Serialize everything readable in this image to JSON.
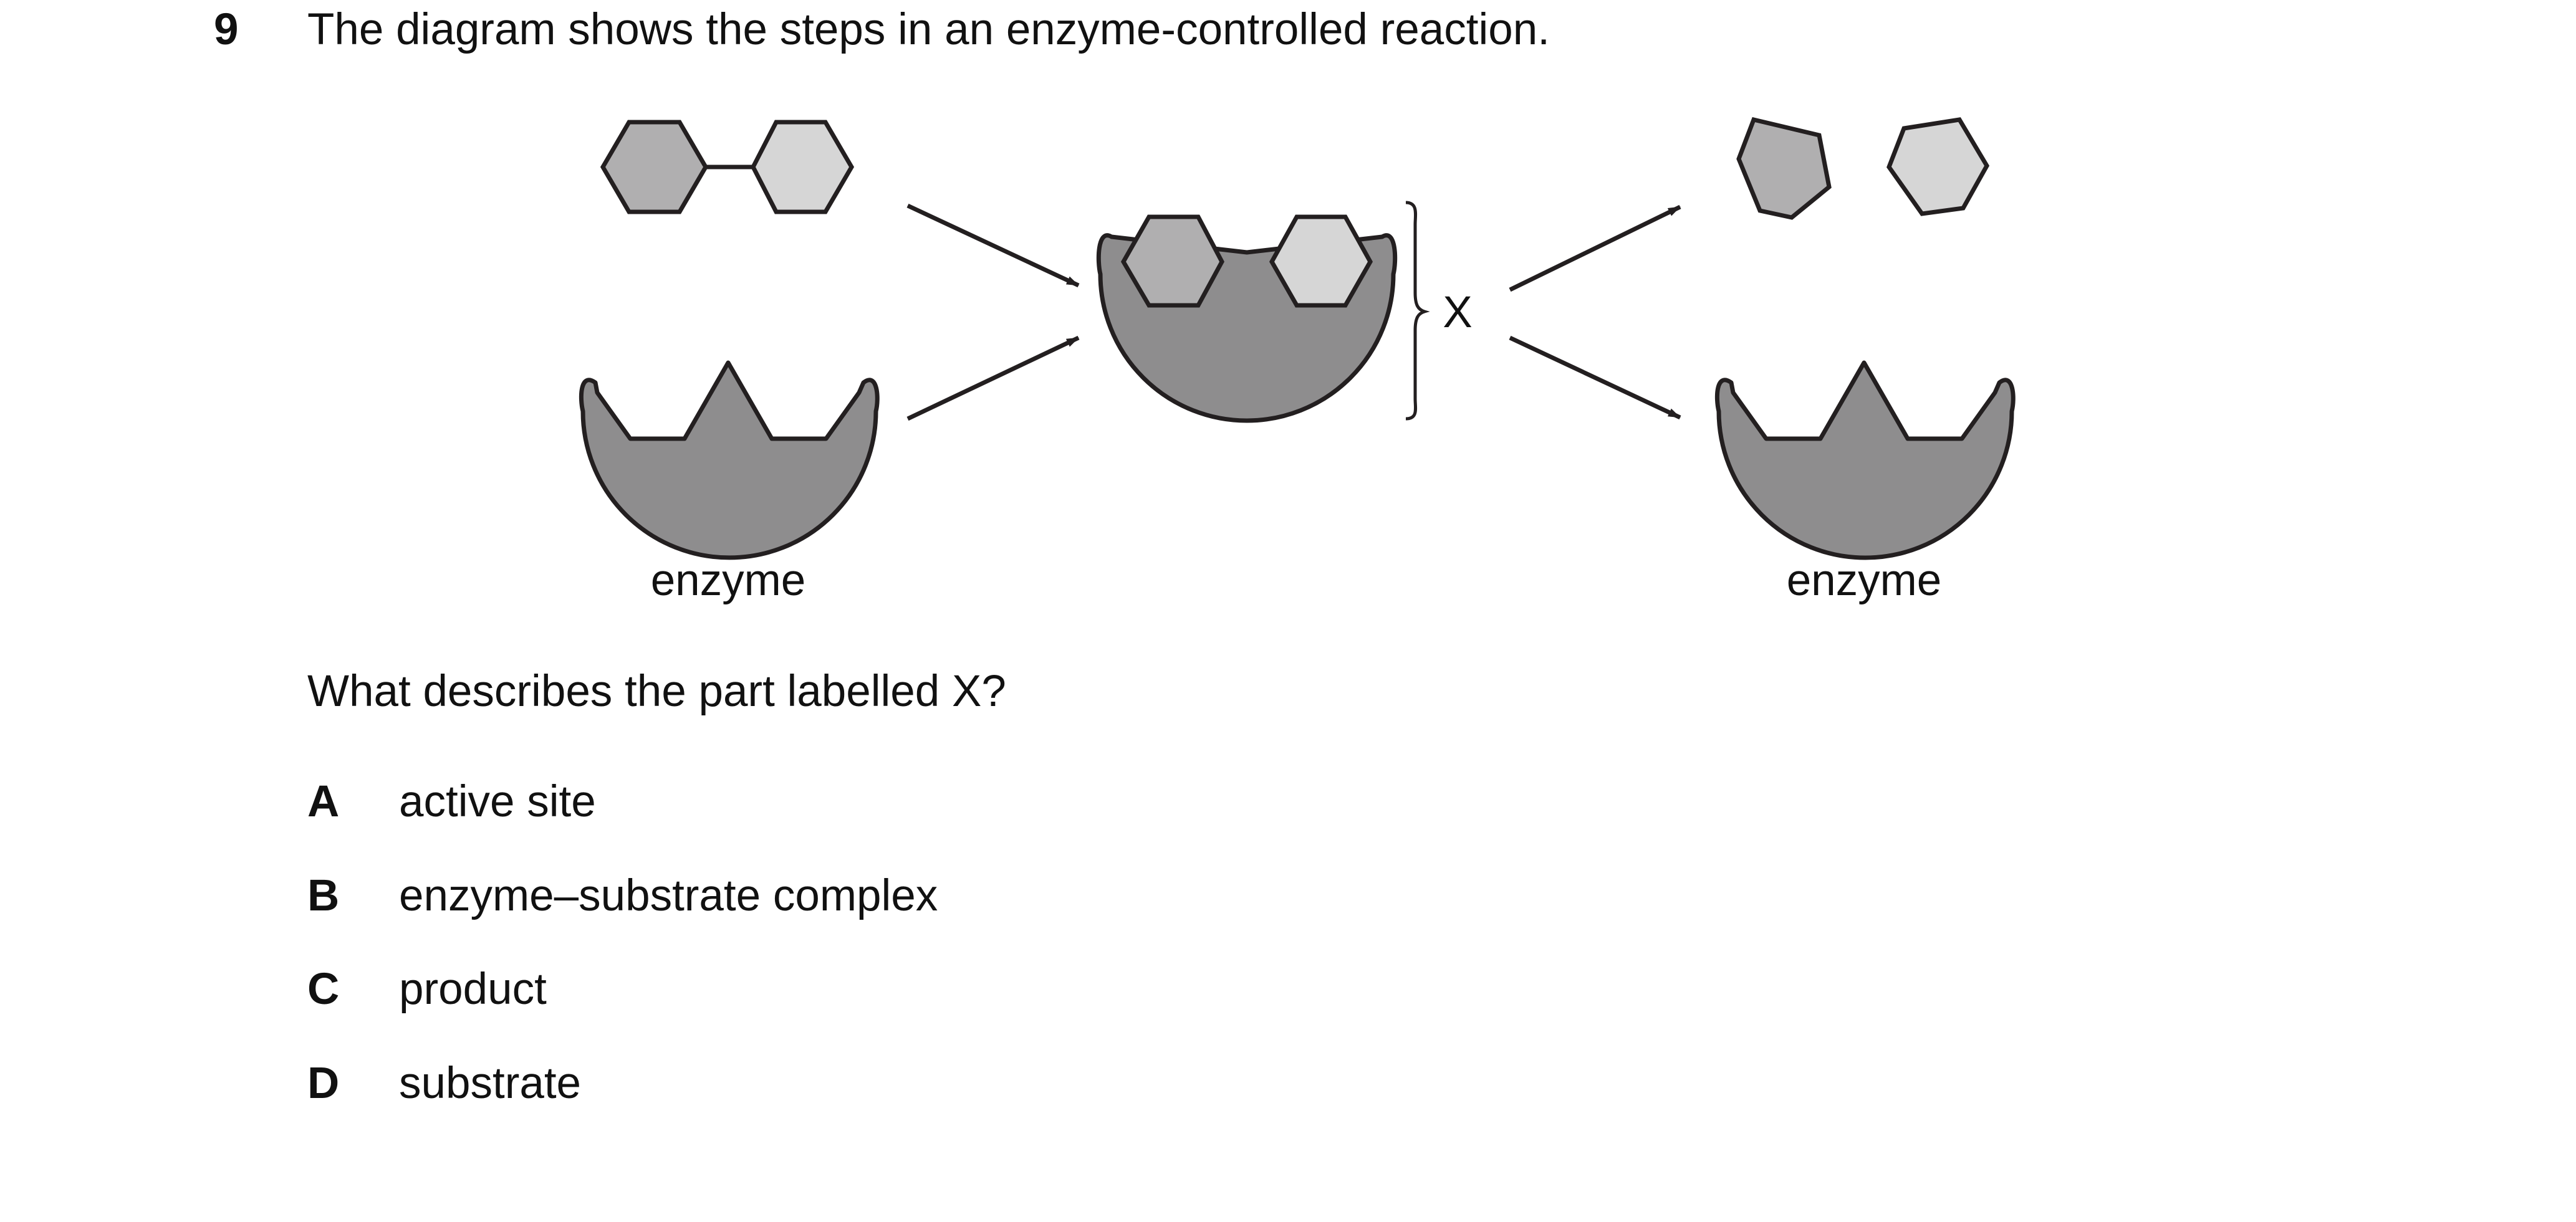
{
  "question": {
    "number": "9",
    "stem": "The diagram shows the steps in an enzyme-controlled reaction.",
    "prompt": "What describes the part labelled X?",
    "options": [
      {
        "letter": "A",
        "text": "active site"
      },
      {
        "letter": "B",
        "text": "enzyme–substrate complex"
      },
      {
        "letter": "C",
        "text": "product"
      },
      {
        "letter": "D",
        "text": "substrate"
      }
    ]
  },
  "diagram": {
    "labels": {
      "enzyme_left": "enzyme",
      "enzyme_right": "enzyme",
      "x_marker": "X"
    },
    "colors": {
      "outline": "#231f20",
      "enzyme_fill": "#8e8d8e",
      "substrate_dark": "#b0afb0",
      "substrate_light": "#d6d6d6"
    }
  }
}
